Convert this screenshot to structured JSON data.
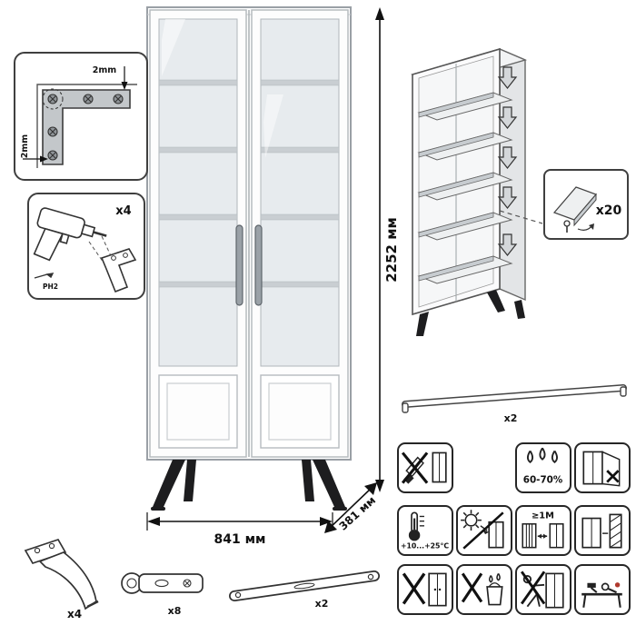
{
  "dimensions": {
    "height": "2252 мм",
    "width": "841 мм",
    "depth": "381 мм"
  },
  "corner_detail": {
    "top_offset": "2mm",
    "side_offset": "2mm"
  },
  "drill_detail": {
    "qty": "x4",
    "bit": "PH2"
  },
  "shelf_pin_detail": {
    "qty": "x20"
  },
  "handle_detail": {
    "qty": "x2"
  },
  "leg_detail": {
    "qty": "x4"
  },
  "hinge_detail": {
    "qty": "x8"
  },
  "strap_detail": {
    "qty": "x2"
  },
  "care_icons": {
    "humidity": "60-70%",
    "temperature": "+10...+25°C",
    "min_distance": "≥1M"
  },
  "colors": {
    "outline": "#333333",
    "metal_gray": "#c3c7ca",
    "leg_black": "#1d1d1f",
    "glass": "#e7ebee"
  }
}
